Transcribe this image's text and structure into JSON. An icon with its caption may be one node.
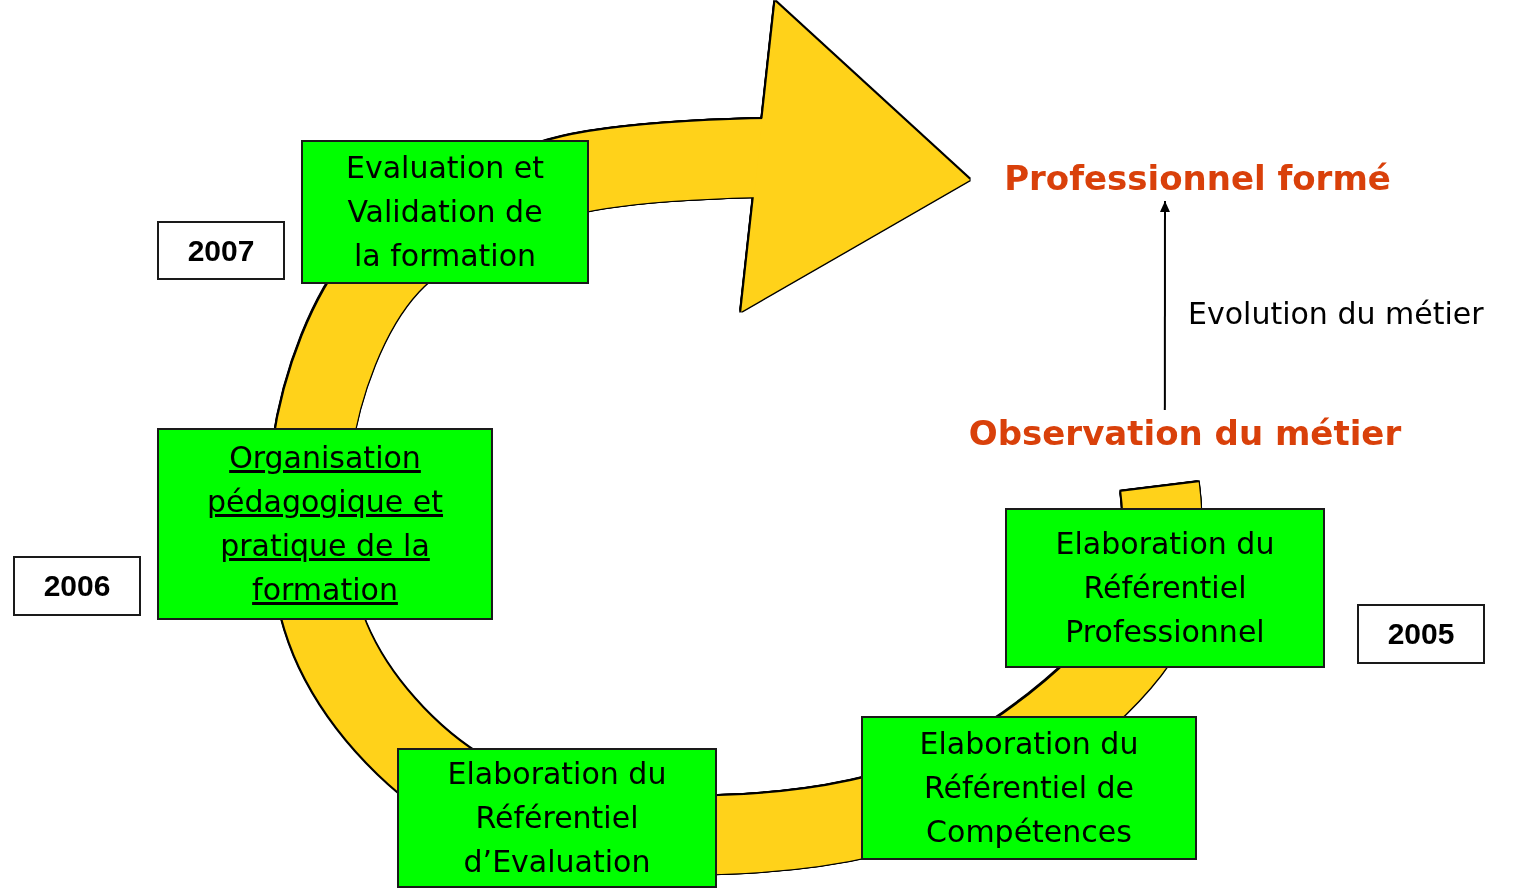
{
  "diagram": {
    "nodes": [
      {
        "text": [
          "Evaluation et Validation de la formation"
        ]
      },
      {
        "text": [
          "Organisation pédagogique et pratique de la formation"
        ]
      },
      {
        "text": [
          "Elaboration du Référentiel d’Evaluation"
        ]
      },
      {
        "text": [
          "Elaboration du Référentiel de Compétences"
        ]
      },
      {
        "text": [
          "Elaboration du Référentiel Professionnel"
        ]
      },
      {
        "text": [
          "Observation du métier"
        ]
      },
      {
        "text": [
          "Professionnel formé"
        ]
      },
      {
        "text": [
          "2007"
        ]
      },
      {
        "text": [
          "2006"
        ]
      },
      {
        "text": [
          "2005"
        ]
      }
    ],
    "edges": [
      {
        "from": 5,
        "to": 6,
        "arrow": "to",
        "label": "Evolution du métier"
      }
    ]
  }
}
